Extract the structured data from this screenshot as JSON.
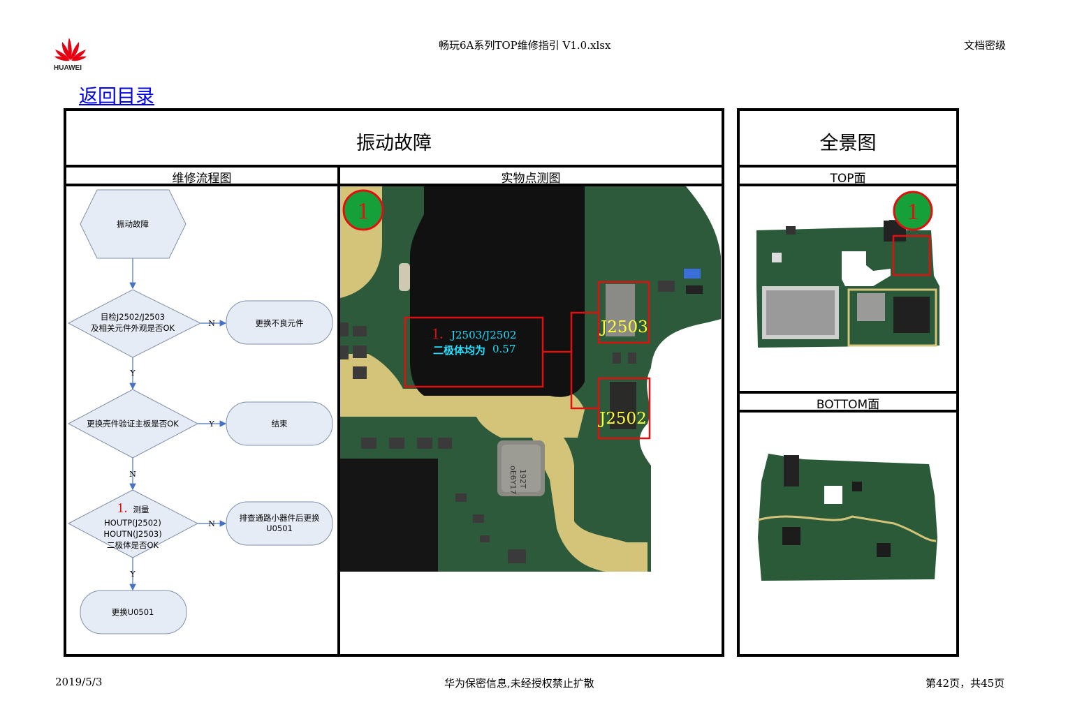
{
  "header": {
    "logo_text": "HUAWEI",
    "file_title": "畅玩6A系列TOP维修指引 V1.0.xlsx",
    "security_label": "文档密级"
  },
  "back_link": "返回目录",
  "main": {
    "title": "振动故障",
    "flow_header": "维修流程图",
    "photo_header": "实物点测图"
  },
  "panorama": {
    "title": "全景图",
    "top_label": "TOP面",
    "bottom_label": "BOTTOM面"
  },
  "flowchart": {
    "start": "振动故障",
    "check1_line1": "目检J2502/J2503",
    "check1_line2": "及相关元件外观是否OK",
    "replace_bad": "更换不良元件",
    "check2": "更换壳件验证主板是否OK",
    "end": "结束",
    "measure_num": "1.",
    "measure_label": "测量",
    "measure_line2": "HOUTP(J2502)",
    "measure_line3": "HOUTN(J2503)",
    "measure_line4": "二极体是否OK",
    "check_path_line1": "排查通路小器件后更换",
    "check_path_line2": "U0501",
    "replace_u": "更换U0501",
    "edge_n1": "N",
    "edge_y1": "Y",
    "edge_y2": "Y",
    "edge_n2": "N",
    "edge_n3": "N",
    "edge_y3": "Y"
  },
  "photo": {
    "marker": "1",
    "callout_num": "1.",
    "callout_line1": "J2503/J2502",
    "callout_line2a": "二极体均为",
    "callout_line2b": "0.57",
    "label_j2503": "J2503",
    "label_j2502": "J2502",
    "chip_text1": "192T",
    "chip_text2": "oE6Y17"
  },
  "top_marker": "1",
  "footer": {
    "date": "2019/5/3",
    "confidential": "华为保密信息,未经授权禁止扩散",
    "page": "第42页，共45页"
  },
  "colors": {
    "link": "#0000ee",
    "flow_fill": "#e6ecf6",
    "flow_stroke": "#7f8fa8",
    "arrow": "#4472c4",
    "marker_green": "#16a03a",
    "marker_red": "#e01010",
    "pcb_green": "#2b5a3a",
    "gold": "#d4c47a",
    "callout_cyan": "#22e0ff",
    "label_yellow": "#ffff33"
  }
}
